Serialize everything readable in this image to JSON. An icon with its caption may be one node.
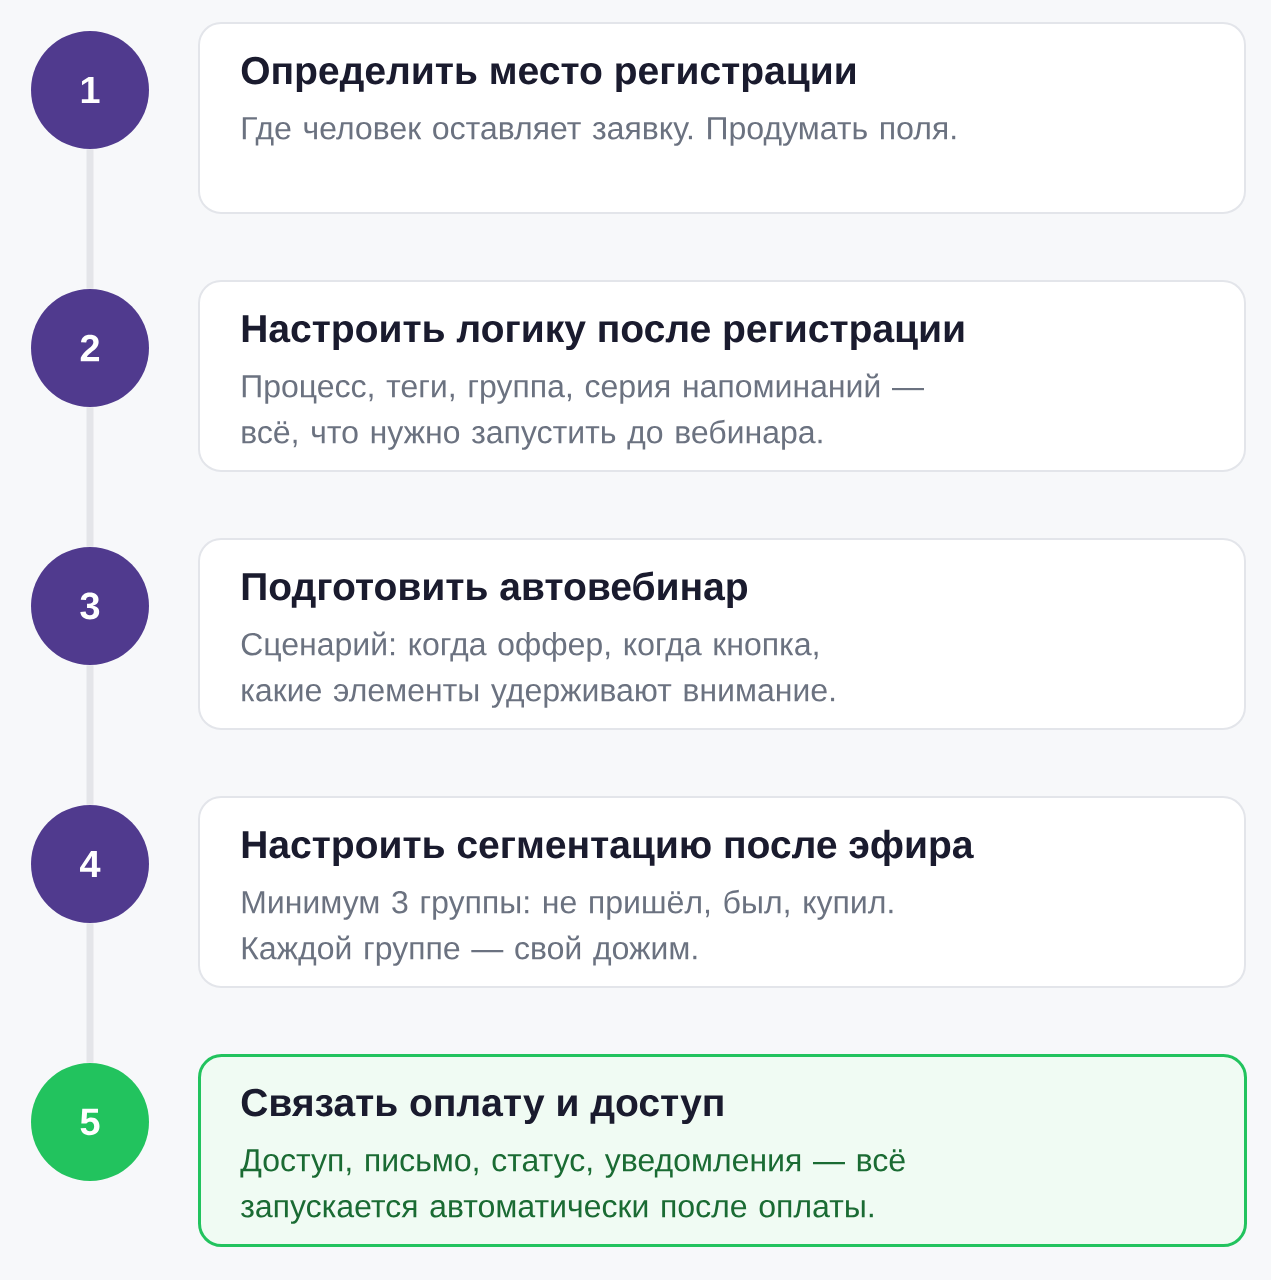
{
  "diagram": {
    "nodes": [
      {
        "text": [
          "1"
        ]
      },
      {
        "text": [
          "Определить место регистрации",
          "Где человек оставляет заявку. Продумать поля."
        ]
      },
      {
        "text": [
          "2"
        ]
      },
      {
        "text": [
          "Настроить логику после регистрации",
          "Процесс, теги, группа, серия напоминаний — всё, что нужно запустить до вебинара."
        ]
      },
      {
        "text": [
          "3"
        ]
      },
      {
        "text": [
          "Подготовить автовебинар",
          "Сценарий: когда оффер, когда кнопка, какие элементы удерживают внимание."
        ]
      },
      {
        "text": [
          "4"
        ]
      },
      {
        "text": [
          "Настроить сегментацию после эфира",
          "Минимум 3 группы: не пришёл, был, купил. Каждой группе — свой дожим."
        ]
      },
      {
        "text": [
          "5"
        ]
      },
      {
        "text": [
          "Связать оплату и доступ",
          "Доступ, письмо, статус, уведомления — всё запускается автоматически после оплаты."
        ]
      }
    ],
    "edges": [
      {
        "from": 0,
        "to": 2,
        "arrow": "none"
      },
      {
        "from": 2,
        "to": 4,
        "arrow": "none"
      },
      {
        "from": 4,
        "to": 6,
        "arrow": "none"
      },
      {
        "from": 6,
        "to": 8,
        "arrow": "none"
      }
    ]
  }
}
